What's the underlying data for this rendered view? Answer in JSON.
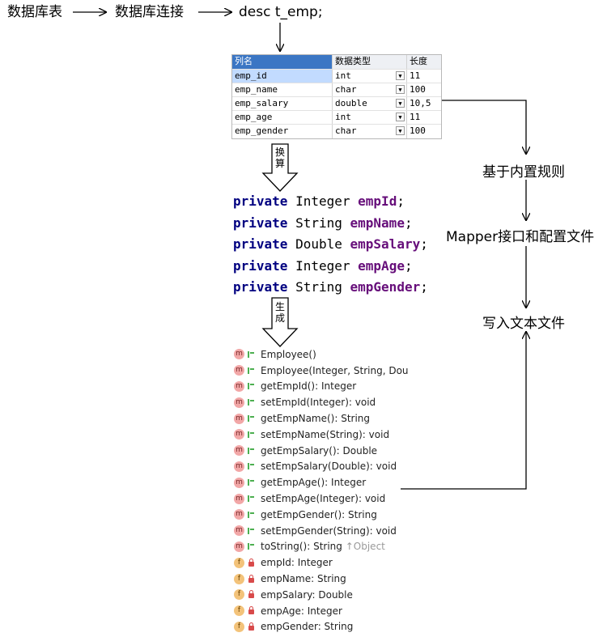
{
  "flow": {
    "step1": "数据库表",
    "step2": "数据库连接",
    "step3": "desc t_emp;"
  },
  "table": {
    "headers": [
      "列名",
      "数据类型",
      "长度"
    ],
    "rows": [
      {
        "name": "emp_id",
        "type": "int",
        "length": "11"
      },
      {
        "name": "emp_name",
        "type": "char",
        "length": "100"
      },
      {
        "name": "emp_salary",
        "type": "double",
        "length": "10,5"
      },
      {
        "name": "emp_age",
        "type": "int",
        "length": "11"
      },
      {
        "name": "emp_gender",
        "type": "char",
        "length": "100"
      }
    ],
    "dropdown_glyph": "▼"
  },
  "convert_label": [
    "换",
    "算"
  ],
  "generate_label": [
    "生",
    "成"
  ],
  "code": {
    "keyword": "private",
    "lines": [
      {
        "type": "Integer",
        "field": "empId"
      },
      {
        "type": "String",
        "field": "empName"
      },
      {
        "type": "Double",
        "field": "empSalary"
      },
      {
        "type": "Integer",
        "field": "empAge"
      },
      {
        "type": "String",
        "field": "empGender"
      }
    ],
    "terminator": ";"
  },
  "members": {
    "methods": [
      {
        "sig": "Employee()",
        "inherited": ""
      },
      {
        "sig": "Employee(Integer, String, Dou",
        "inherited": ""
      },
      {
        "sig": "getEmpId(): Integer",
        "inherited": ""
      },
      {
        "sig": "setEmpId(Integer): void",
        "inherited": ""
      },
      {
        "sig": "getEmpName(): String",
        "inherited": ""
      },
      {
        "sig": "setEmpName(String): void",
        "inherited": ""
      },
      {
        "sig": "getEmpSalary(): Double",
        "inherited": ""
      },
      {
        "sig": "setEmpSalary(Double): void",
        "inherited": ""
      },
      {
        "sig": "getEmpAge(): Integer",
        "inherited": ""
      },
      {
        "sig": "setEmpAge(Integer): void",
        "inherited": ""
      },
      {
        "sig": "getEmpGender(): String",
        "inherited": ""
      },
      {
        "sig": "setEmpGender(String): void",
        "inherited": ""
      },
      {
        "sig": "toString(): String",
        "inherited": "↑Object"
      }
    ],
    "fields": [
      {
        "sig": "empId: Integer"
      },
      {
        "sig": "empName: String"
      },
      {
        "sig": "empSalary: Double"
      },
      {
        "sig": "empAge: Integer"
      },
      {
        "sig": "empGender: String"
      }
    ],
    "method_badge": "m",
    "field_badge": "f"
  },
  "right": {
    "label1": "基于内置规则",
    "label2": "Mapper接口和配置文件",
    "label3": "写入文本文件"
  }
}
